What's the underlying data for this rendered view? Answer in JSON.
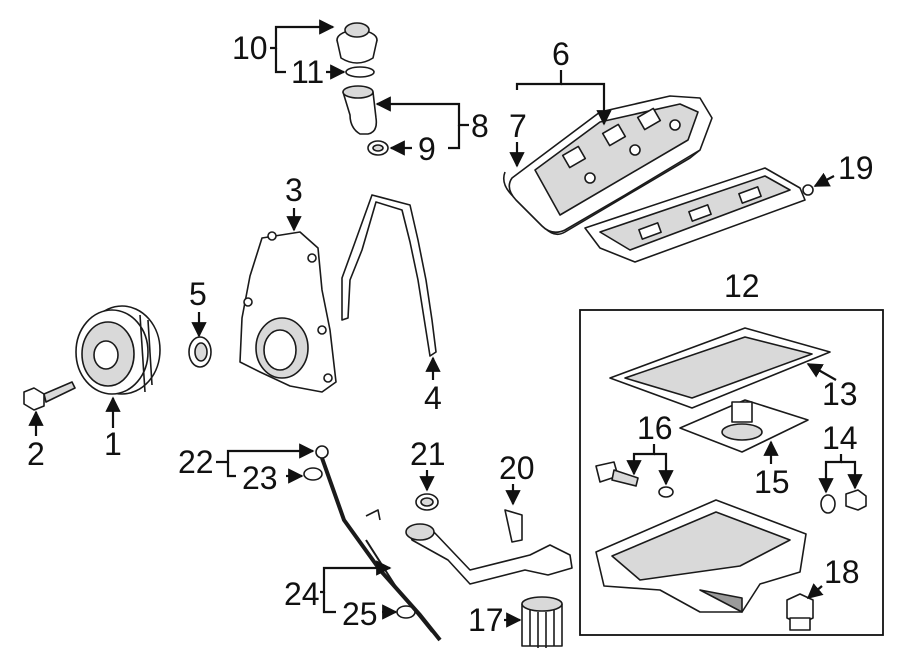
{
  "diagram": {
    "callouts": {
      "c1": "1",
      "c2": "2",
      "c3": "3",
      "c4": "4",
      "c5": "5",
      "c6": "6",
      "c7": "7",
      "c8": "8",
      "c9": "9",
      "c10": "10",
      "c11": "11",
      "c12": "12",
      "c13": "13",
      "c14": "14",
      "c15": "15",
      "c16": "16",
      "c17": "17",
      "c18": "18",
      "c19": "19",
      "c20": "20",
      "c21": "21",
      "c22": "22",
      "c23": "23",
      "c24": "24",
      "c25": "25"
    }
  },
  "colors": {
    "line": "#1a1a1a",
    "shade": "#d9d9d9",
    "background": "#ffffff"
  }
}
